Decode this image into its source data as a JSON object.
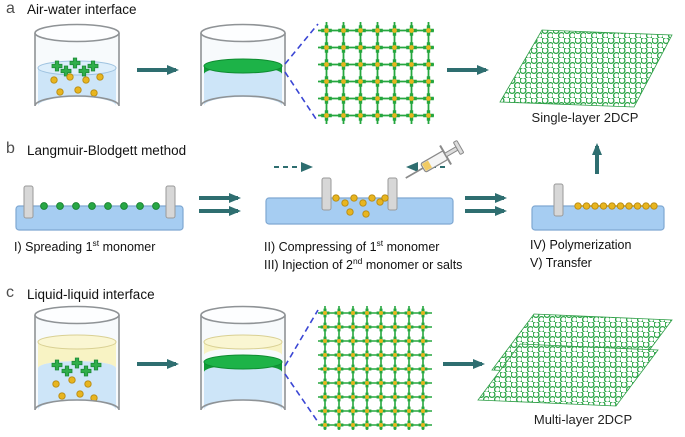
{
  "panels": {
    "a": {
      "letter": "a",
      "title": "Air-water interface",
      "product_label": "Single-layer 2DCP"
    },
    "b": {
      "letter": "b",
      "title": "Langmuir-Blodgett method",
      "steps": {
        "s1": {
          "pre": "I) Spreading 1",
          "sup": "st",
          "post": " monomer"
        },
        "s2": {
          "pre": "II) Compressing of 1",
          "sup": "st",
          "post": " monomer"
        },
        "s3": {
          "pre": "III) Injection of 2",
          "sup": "nd",
          "post": " monomer or salts"
        },
        "s4": "IV) Polymerization",
        "s5": "V) Transfer"
      }
    },
    "c": {
      "letter": "c",
      "title": "Liquid-liquid interface",
      "product_label": "Multi-layer 2DCP"
    }
  },
  "icons": {
    "syringe": "syringe-icon",
    "process_arrow": "arrow-right-icon",
    "transfer_arrow": "arrow-up-icon",
    "compression_arrows": "dashed-inward-arrows-icon",
    "zoom_guides": "dashed-magnification-lines"
  },
  "colors": {
    "arrow_teal": "#2E6E70",
    "polymer_green": "#25A73F",
    "green_layer": "#109A36",
    "monomer_yellow": "#E8B51F",
    "water_blue": "#CDE5F8",
    "organic_yellow": "#F8F3C4",
    "zoom_dash_blue": "#3A46D4",
    "barrier_gray": "#D7D7D7",
    "glass_gray": "#8F9396"
  }
}
